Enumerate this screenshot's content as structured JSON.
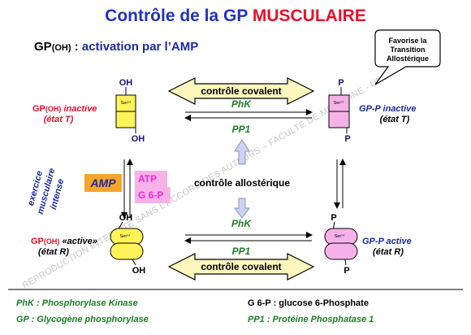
{
  "title": {
    "part1": "Contrôle de la GP ",
    "part2": "MUSCULAIRE"
  },
  "subtitle": {
    "gp": "GP",
    "oh": "(OH)",
    "rest": " : activation par l’AMP"
  },
  "callout": {
    "line1": "Favorise la",
    "line2": "Transition",
    "line3": "Allostérique"
  },
  "top": {
    "covalent": "contrôle covalent",
    "enzyme_top": "PhK",
    "enzyme_bottom": "PP1"
  },
  "left_inactive": {
    "oh_top": "OH",
    "oh_bottom": "OH",
    "ser": "Ser¹⁴",
    "label1_gp": "GP",
    "label1_oh": "(OH)",
    "label1_rest": " inactive",
    "label2": "(état T)"
  },
  "right_inactive": {
    "p_top": "P",
    "p_bottom": "P",
    "ser": "Ser¹⁴",
    "label1": "GP-P inactive",
    "label2": "(état T)"
  },
  "exercise": {
    "line1": "exercice",
    "line2": "musculaire",
    "line3": "intense"
  },
  "effectors": {
    "amp": "AMP",
    "atp": "ATP",
    "g6p": "G 6-P"
  },
  "allosteric": "contrôle allostérique",
  "bottom": {
    "enzyme_top": "PhK",
    "enzyme_bottom": "PP1",
    "covalent": "contrôle covalent"
  },
  "left_active": {
    "oh_top": "OH",
    "oh_bottom": "OH",
    "ser": "Ser¹⁴",
    "label1_gp": "GP",
    "label1_oh": "(OH)",
    "label1_rest": " «active»",
    "label2": "(état R)"
  },
  "right_active": {
    "p_top": "P",
    "p_bottom": "P",
    "ser": "Ser¹⁴",
    "label1": "GP-P active",
    "label2": "(état R)"
  },
  "watermark": "REPRODUCTION INTERDITE SANS L’ACCORD DES AUTEURS – FACULTE DE MEDECINE - UNS",
  "legend": {
    "phk": "PhK : Phosphorylase Kinase",
    "g6p": "G 6-P : glucose 6-Phosphate",
    "gp": "GP : Glycogène phosphorylase",
    "pp1": "PP1 : Protéine Phosphatase 1"
  },
  "colors": {
    "title_blue": "#2233bb",
    "title_red": "#e8102a",
    "dark_green": "#1e7d28",
    "navy": "#13177a",
    "yellow": "#fff35a",
    "pink": "#f6b2e8",
    "magenta": "#ee2bd4",
    "amp_orange": "#f5a52a",
    "arrow_fill": "#fbf7bd",
    "blue_arrow": "#c9d4f0"
  }
}
